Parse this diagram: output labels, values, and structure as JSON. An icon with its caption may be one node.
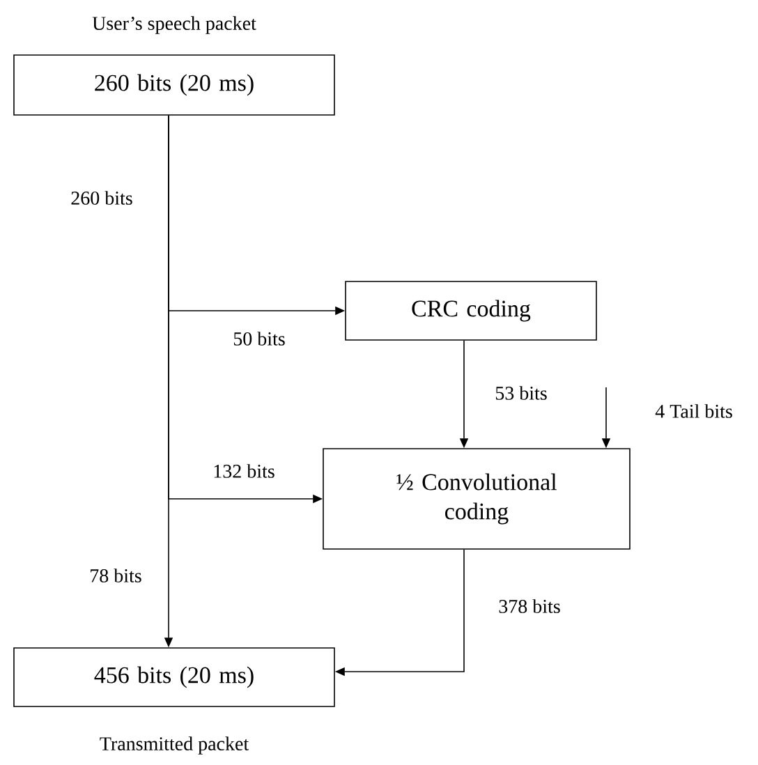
{
  "diagram": {
    "nodes": [
      {
        "text": [
          "260 bits (20 ms)"
        ],
        "beside": [
          "User’s speech packet"
        ]
      },
      {
        "text": [
          "CRC coding"
        ]
      },
      {
        "text": [
          "½ Convolutional coding"
        ]
      },
      {
        "text": [
          "456 bits (20 ms)"
        ],
        "beside": [
          "Transmitted packet"
        ]
      }
    ],
    "edges": [
      {
        "from": 0,
        "to": 1,
        "arrow": "to",
        "label": "50 bits"
      },
      {
        "from": 0,
        "to": 2,
        "arrow": "to",
        "label": "132 bits"
      },
      {
        "from": 0,
        "to": 3,
        "arrow": "to",
        "label": "78 bits"
      },
      {
        "from": 1,
        "to": 2,
        "arrow": "to",
        "label": "53 bits"
      },
      {
        "from": null,
        "to": 2,
        "arrow": "to",
        "label": "4 Tail bits"
      },
      {
        "from": 2,
        "to": 3,
        "arrow": "to",
        "label": "378 bits"
      }
    ],
    "labels": [
      "260 bits"
    ]
  }
}
